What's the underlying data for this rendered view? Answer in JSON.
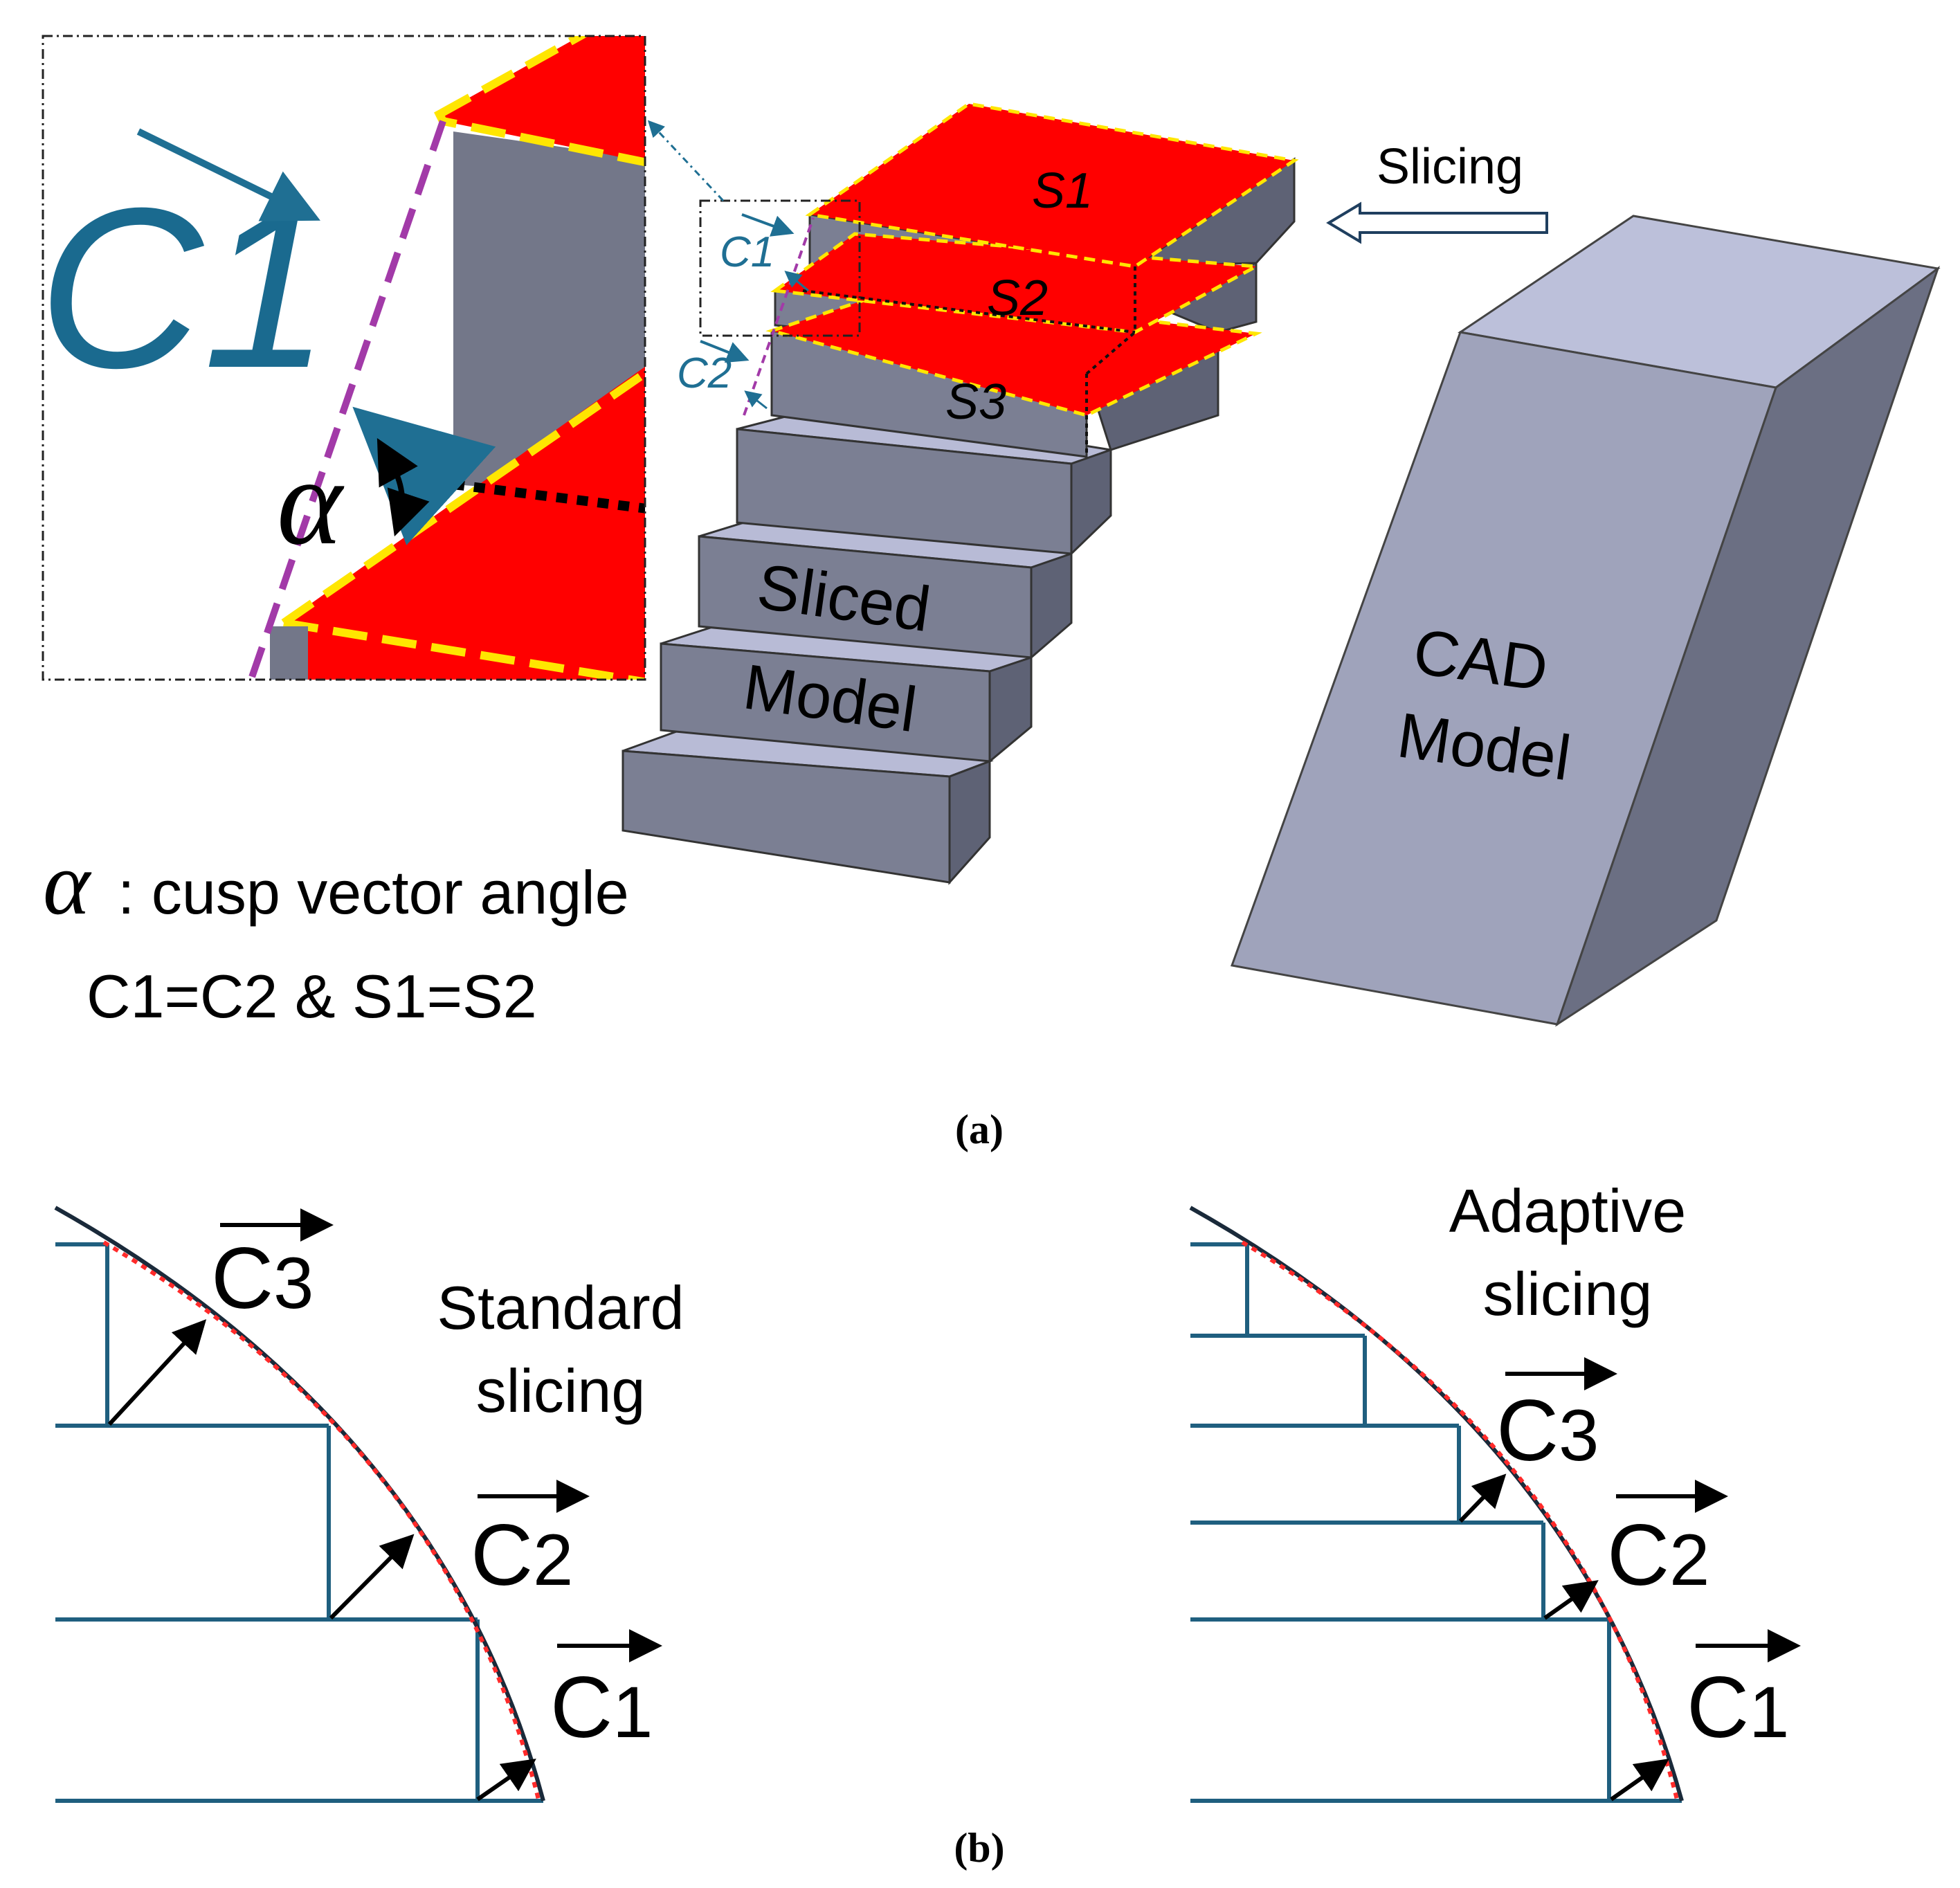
{
  "panel_a": {
    "caption": "(a)",
    "slice_labels": [
      "S1",
      "S2",
      "S3"
    ],
    "cusp_labels": [
      "C1",
      "C2"
    ],
    "zoom_label": "C1",
    "alpha_symbol": "α",
    "sliced_model_label": [
      "Sliced",
      "Model"
    ],
    "cad_model_label": [
      "CAD",
      "Model"
    ],
    "slicing_label": "Slicing",
    "legend_alpha": "α",
    "legend_text": ": cusp vector angle",
    "equality_text": "C1=C2 & S1=S2"
  },
  "panel_b": {
    "caption": "(b)",
    "standard_title": [
      "Standard",
      "slicing"
    ],
    "adaptive_title": [
      "Adaptive",
      "slicing"
    ],
    "vector_letter": "C",
    "standard_vectors": [
      "3",
      "2",
      "1"
    ],
    "adaptive_vectors": [
      "3",
      "2",
      "1"
    ]
  },
  "colors": {
    "slice_red": "#ff0000",
    "boundary_yellow": "#ffe600",
    "model_gray": "#7b7f93",
    "model_light": "#b8bbd6",
    "accent_teal": "#1f6f93",
    "dashed_purple": "#a23aa8",
    "step_blue": "#1f5f7f"
  }
}
